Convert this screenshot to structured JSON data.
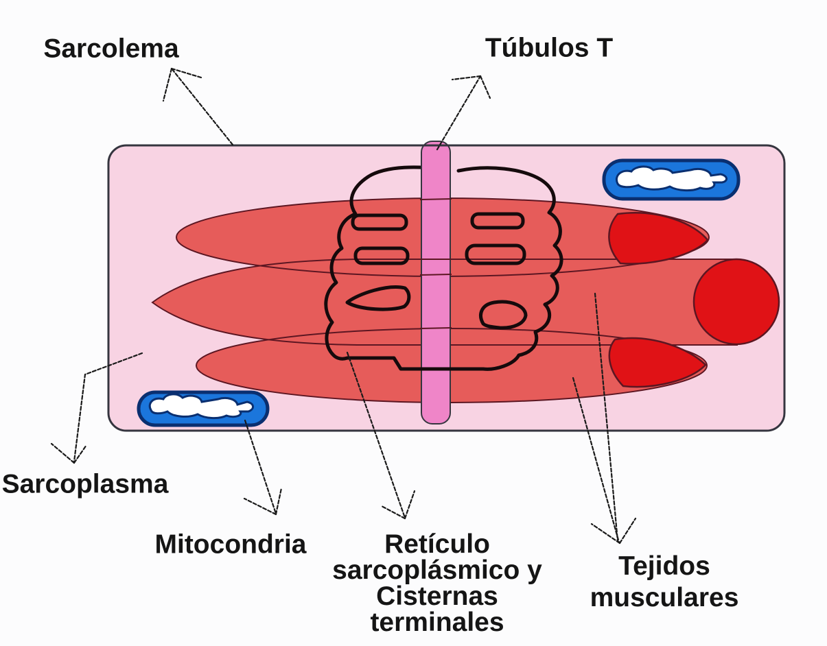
{
  "labels": {
    "sarcolema": "Sarcolema",
    "tubulos_t": "Túbulos T",
    "sarcoplasma": "Sarcoplasma",
    "mitocondria": "Mitocondria",
    "reticulo_lines": [
      "Retículo",
      "sarcoplásmico y",
      "Cisternas",
      "terminales"
    ],
    "tejidos_lines": [
      "Tejidos",
      "musculares"
    ]
  },
  "colors": {
    "background": "#fcfcfd",
    "cell_fill": "#f8d3e3",
    "cell_outline": "#35353f",
    "myofibril_fill": "#e65c5a",
    "myofibril_outline": "#5c1622",
    "myofibril_dark_fill": "#e01216",
    "t_tubule_fill": "#ef85c8",
    "mitochondria_fill": "#1b76dc",
    "mitochondria_outline": "#0a2f70",
    "mitochondria_matrix": "#ffffff",
    "reticulum_outline": "#150a0c",
    "arrow_color": "#1a1a1a",
    "label_color": "#151515"
  }
}
